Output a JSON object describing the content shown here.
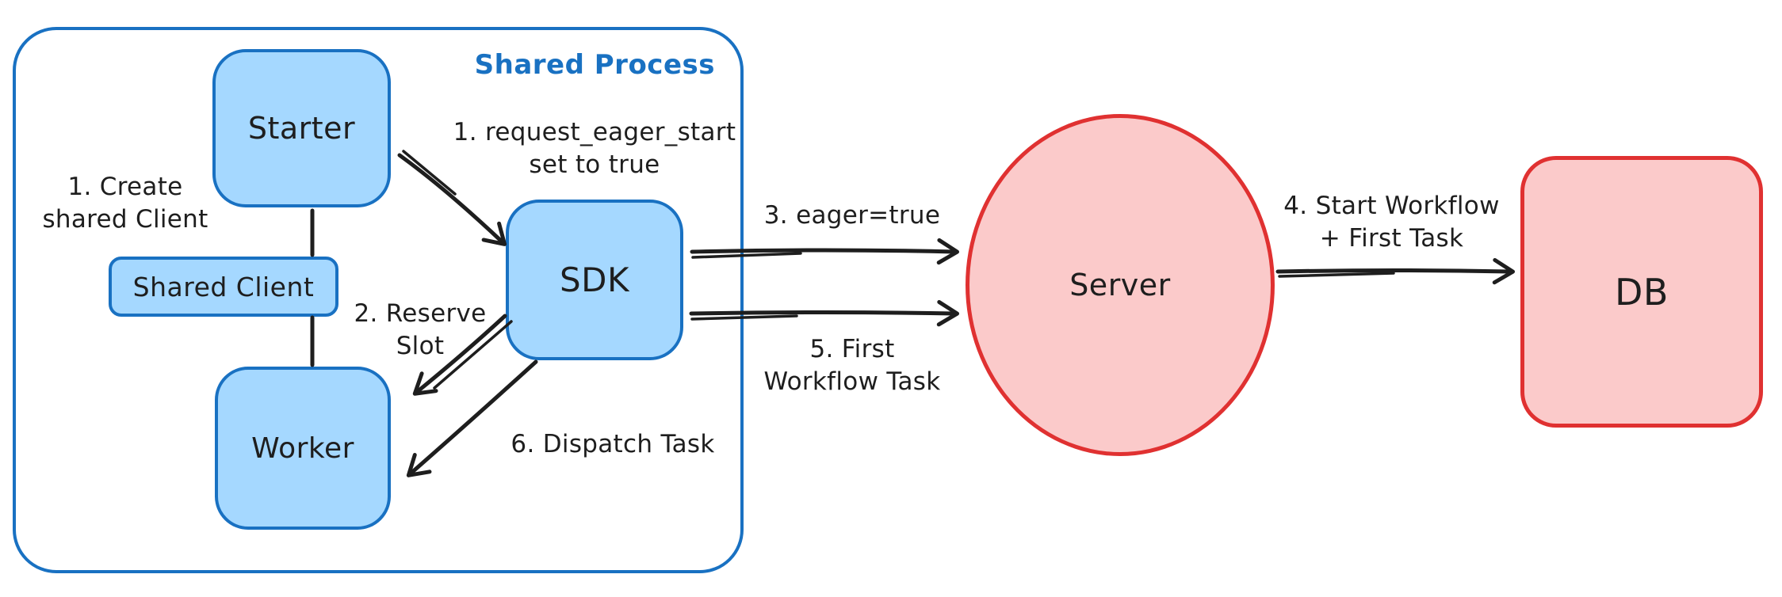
{
  "container": {
    "label": "Shared Process"
  },
  "nodes": {
    "starter": {
      "label": "Starter"
    },
    "shared_client": {
      "label": "Shared Client"
    },
    "worker": {
      "label": "Worker"
    },
    "sdk": {
      "label": "SDK"
    },
    "server": {
      "label": "Server"
    },
    "db": {
      "label": "DB"
    }
  },
  "annotations": {
    "create_shared_client": {
      "line1": "1. Create",
      "line2": "shared Client"
    },
    "request_eager_start": {
      "line1": "1. request_eager_start",
      "line2": "set to true"
    },
    "reserve_slot": {
      "line1": "2. Reserve",
      "line2": "Slot"
    },
    "eager_true": {
      "line1": "3. eager=true"
    },
    "start_workflow_first_task": {
      "line1": "4. Start Workflow",
      "line2": "+ First Task"
    },
    "first_workflow_task": {
      "line1": "5. First",
      "line2": "Workflow Task"
    },
    "dispatch_task": {
      "line1": "6. Dispatch Task"
    }
  },
  "colors": {
    "blue_stroke": "#1971c2",
    "blue_fill": "#a5d8ff",
    "red_stroke": "#e03131",
    "red_fill": "#fbcaca",
    "ink": "#1e1e1e",
    "background": "#ffffff"
  }
}
